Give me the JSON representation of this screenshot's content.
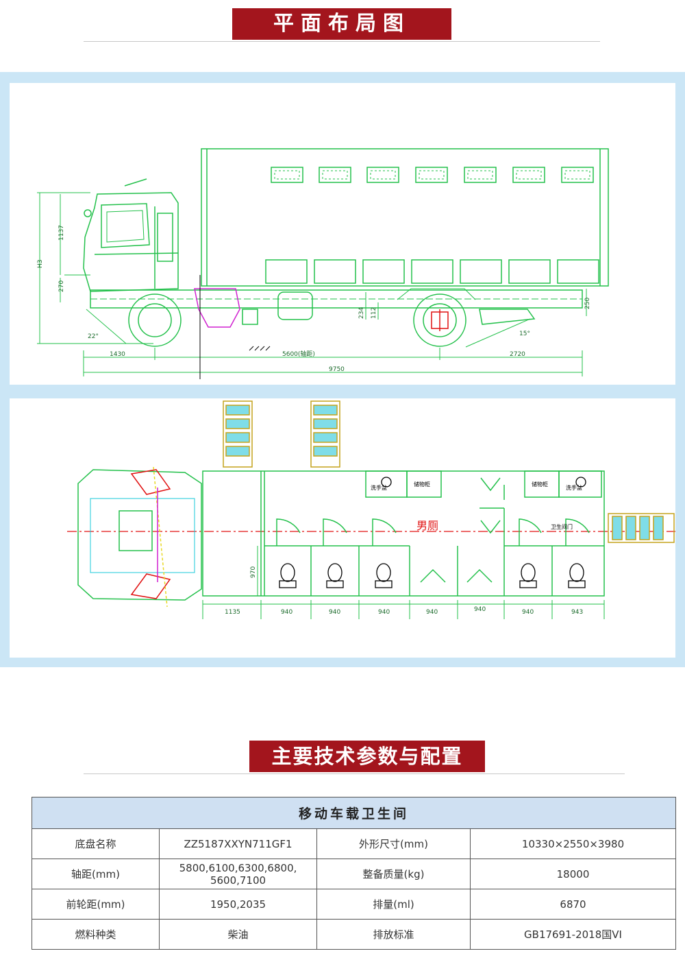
{
  "section1": {
    "title": "平面布局图"
  },
  "side_view": {
    "height_labels": [
      "1137",
      "H3",
      "270"
    ],
    "angle_labels": [
      "22°",
      "15°"
    ],
    "dims_middle": [
      "234",
      "112",
      "250"
    ],
    "dims_bottom": [
      "1430",
      "5600(轴距)",
      "2720"
    ],
    "total_length": "9750"
  },
  "plan_view": {
    "room_label": "男厕",
    "labels": {
      "sink_1": "洗手盆",
      "sink_2": "洗手盆",
      "cabinet_1": "储物柜",
      "cabinet_2": "储物柜",
      "door_label": "卫生间门"
    },
    "depth_label": "970",
    "dims": [
      "1135",
      "940",
      "940",
      "940",
      "940",
      "940",
      "940",
      "943"
    ]
  },
  "section2": {
    "title": "主要技术参数与配置"
  },
  "specs": {
    "header": "移动车载卫生间",
    "rows": [
      {
        "k1": "底盘名称",
        "v1": "ZZ5187XXYN711GF1",
        "k2": "外形尺寸(mm)",
        "v2": "10330×2550×3980"
      },
      {
        "k1": "轴距(mm)",
        "v1": "5800,6100,6300,6800,",
        "v1b": "5600,7100",
        "k2": "整备质量(kg)",
        "v2": "18000"
      },
      {
        "k1": "前轮距(mm)",
        "v1": "1950,2035",
        "k2": "排量(ml)",
        "v2": "6870"
      },
      {
        "k1": "燃料种类",
        "v1": "柴油",
        "k2": "排放标准",
        "v2": "GB17691-2018国VI"
      }
    ]
  },
  "colors": {
    "banner": "#a3151d",
    "panel_border": "#cbe6f6",
    "table_header": "#cfe0f2",
    "drawing_green": "#22c04a",
    "cad_magenta": "#d020d0",
    "cad_red": "#e01010",
    "cad_cyan": "#18c8d8"
  }
}
